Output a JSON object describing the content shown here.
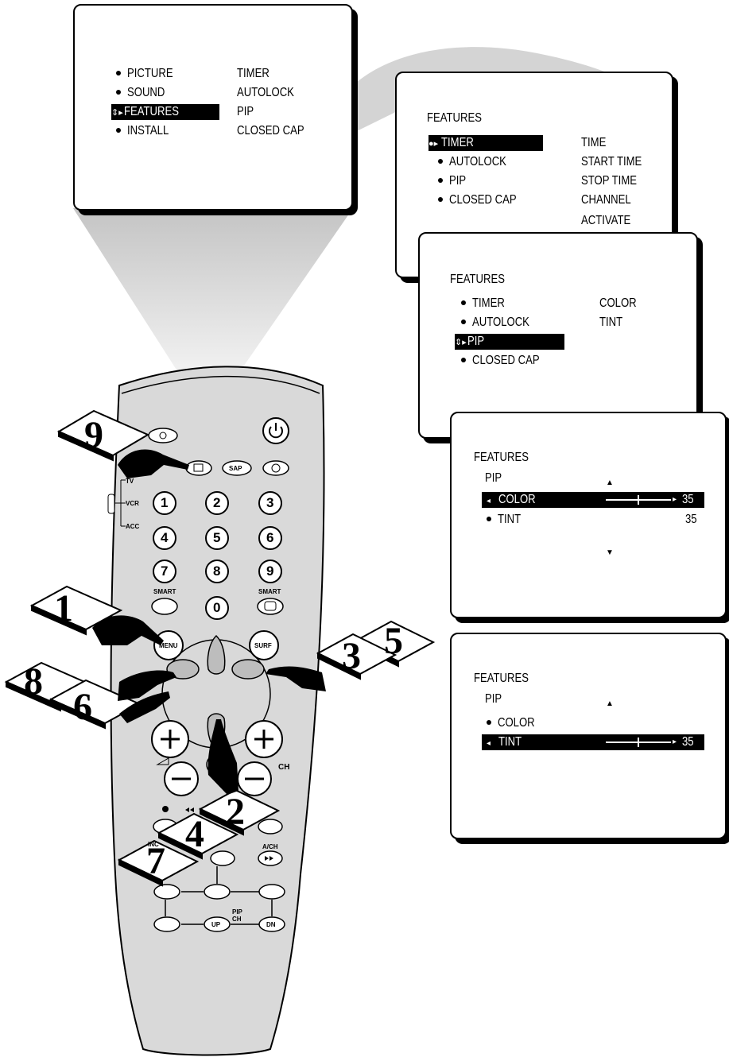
{
  "screen_main": {
    "left_items": [
      "PICTURE",
      "SOUND",
      "FEATURES",
      "INSTALL"
    ],
    "right_items": [
      "TIMER",
      "AUTOLOCK",
      "PIP",
      "CLOSED CAP"
    ]
  },
  "screen_timer": {
    "title": "FEATURES",
    "left_items": [
      "TIMER",
      "AUTOLOCK",
      "PIP",
      "CLOSED CAP"
    ],
    "right_items": [
      "TIME",
      "START TIME",
      "STOP TIME",
      "CHANNEL",
      "ACTIVATE"
    ]
  },
  "screen_pip": {
    "title": "FEATURES",
    "left_items": [
      "TIMER",
      "AUTOLOCK",
      "PIP",
      "CLOSED CAP"
    ],
    "right_items": [
      "COLOR",
      "TINT"
    ]
  },
  "screen_color": {
    "title": "FEATURES",
    "subtitle": "PIP",
    "color_label": "COLOR",
    "color_value": "35",
    "tint_label": "TINT",
    "tint_value": "35"
  },
  "screen_tint": {
    "title": "FEATURES",
    "subtitle": "PIP",
    "color_label": "COLOR",
    "tint_label": "TINT",
    "tint_value": "35"
  },
  "steps": {
    "s1": "1",
    "s2": "2",
    "s3": "3",
    "s4": "4",
    "s5": "5",
    "s6": "6",
    "s7": "7",
    "s8": "8",
    "s9": "9"
  },
  "remote": {
    "mode_tv": "TV",
    "mode_vcr": "VCR",
    "mode_acc": "ACC",
    "sap": "SAP",
    "smart_left": "SMART",
    "smart_right": "SMART",
    "menu": "MENU",
    "surf": "SURF",
    "ch": "CH",
    "inc": "INC",
    "ach": "A/CH",
    "pip_ch": "PIP CH",
    "up": "UP",
    "dn": "DN",
    "digits": [
      "1",
      "2",
      "3",
      "4",
      "5",
      "6",
      "7",
      "8",
      "9",
      "0"
    ]
  }
}
